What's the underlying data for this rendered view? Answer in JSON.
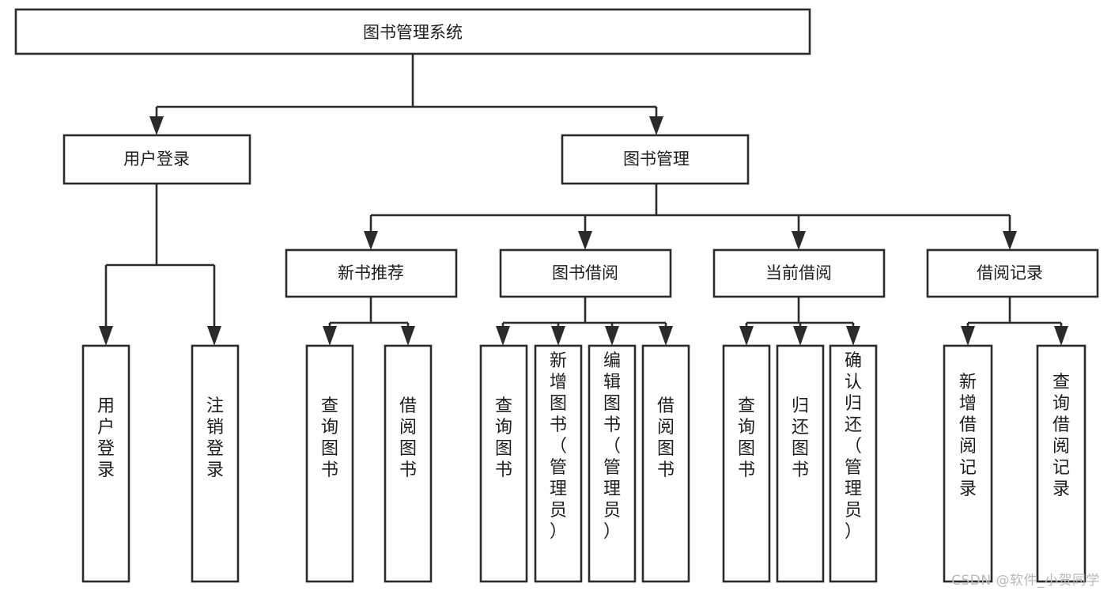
{
  "diagram": {
    "type": "tree-hierarchy",
    "title": "图书管理系统",
    "orientation": "top-down",
    "watermark": "CSDN @软件_小贺同学",
    "colors": {
      "box_stroke": "#2b2b2b",
      "box_fill": "#ffffff",
      "connector": "#2b2b2b",
      "text": "#1d1d1d",
      "background": "#ffffff",
      "watermark": "#b9b9b9"
    },
    "nodes": {
      "root": {
        "label": "图书管理系统",
        "level": 0,
        "orientation": "horizontal"
      },
      "level1": [
        {
          "id": "user-login",
          "label": "用户登录",
          "orientation": "horizontal"
        },
        {
          "id": "book-management",
          "label": "图书管理",
          "orientation": "horizontal"
        }
      ],
      "level2": [
        {
          "id": "new-book-recommend",
          "label": "新书推荐",
          "parent": "book-management",
          "orientation": "horizontal"
        },
        {
          "id": "book-borrow",
          "label": "图书借阅",
          "parent": "book-management",
          "orientation": "horizontal"
        },
        {
          "id": "current-borrow",
          "label": "当前借阅",
          "parent": "book-management",
          "orientation": "horizontal"
        },
        {
          "id": "borrow-record",
          "label": "借阅记录",
          "parent": "book-management",
          "orientation": "horizontal"
        }
      ],
      "leaves": [
        {
          "id": "leaf-user-login",
          "label": "用户登录",
          "parent": "user-login",
          "orientation": "vertical"
        },
        {
          "id": "leaf-user-logout",
          "label": "注销登录",
          "parent": "user-login",
          "orientation": "vertical"
        },
        {
          "id": "leaf-query-book-1",
          "label": "查询图书",
          "parent": "new-book-recommend",
          "orientation": "vertical"
        },
        {
          "id": "leaf-borrow-book-1",
          "label": "借阅图书",
          "parent": "new-book-recommend",
          "orientation": "vertical"
        },
        {
          "id": "leaf-query-book-2",
          "label": "查询图书",
          "parent": "book-borrow",
          "orientation": "vertical"
        },
        {
          "id": "leaf-add-book",
          "label": "新增图书（管理员）",
          "parent": "book-borrow",
          "orientation": "vertical"
        },
        {
          "id": "leaf-edit-book",
          "label": "编辑图书（管理员）",
          "parent": "book-borrow",
          "orientation": "vertical"
        },
        {
          "id": "leaf-borrow-book-2",
          "label": "借阅图书",
          "parent": "book-borrow",
          "orientation": "vertical"
        },
        {
          "id": "leaf-query-book-3",
          "label": "查询图书",
          "parent": "current-borrow",
          "orientation": "vertical"
        },
        {
          "id": "leaf-return-book",
          "label": "归还图书",
          "parent": "current-borrow",
          "orientation": "vertical"
        },
        {
          "id": "leaf-confirm-return",
          "label": "确认归还（管理员）",
          "parent": "current-borrow",
          "orientation": "vertical"
        },
        {
          "id": "leaf-add-record",
          "label": "新增借阅记录",
          "parent": "borrow-record",
          "orientation": "vertical"
        },
        {
          "id": "leaf-query-record",
          "label": "查询借阅记录",
          "parent": "borrow-record",
          "orientation": "vertical"
        }
      ]
    }
  }
}
